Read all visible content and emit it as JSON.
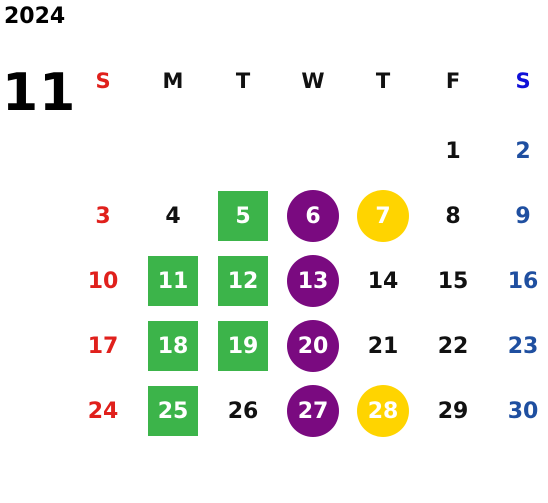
{
  "calendar": {
    "year": "2024",
    "month": "11",
    "weekdays": [
      "S",
      "M",
      "T",
      "W",
      "T",
      "F",
      "S"
    ],
    "first_weekday": 5,
    "days_in_month": 30,
    "colors": {
      "sunday": "#e0201c",
      "saturday": "#1f4fa0",
      "weekday": "#111111",
      "green_marker": "#3cb44a",
      "purple_marker": "#7a0a80",
      "yellow_marker": "#ffd400"
    },
    "markers": {
      "green_square": [
        5,
        11,
        12,
        18,
        19,
        25
      ],
      "purple_circle": [
        6,
        13,
        20,
        27
      ],
      "yellow_circle": [
        7,
        28
      ]
    }
  }
}
